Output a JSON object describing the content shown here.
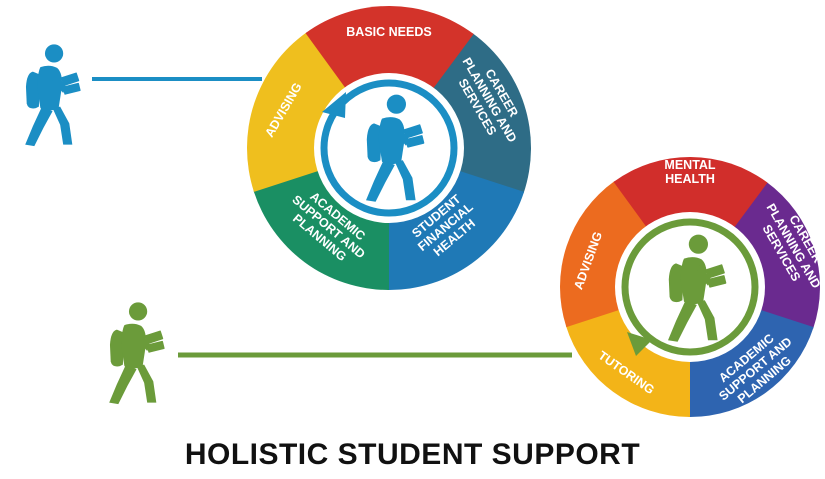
{
  "title": "HOLISTIC STUDENT SUPPORT",
  "colors": {
    "blue_walker": "#1b8ec4",
    "green_walker": "#6b9b3a",
    "title": "#111111"
  },
  "wheels": [
    {
      "id": "wheel-1",
      "walker_color": "#1b8ec4",
      "segments": [
        {
          "label": "BASIC NEEDS",
          "color": "#2e6c86"
        },
        {
          "label": "CAREER PLANNING AND SERVICES",
          "color": "#1f79b6"
        },
        {
          "label": "STUDENT FINANCIAL HEALTH",
          "color": "#1a8f63"
        },
        {
          "label": "ACADEMIC SUPPORT AND PLANNING",
          "color": "#efbf1e"
        },
        {
          "label": "ADVISING",
          "color": "#d3332a"
        }
      ]
    },
    {
      "id": "wheel-2",
      "walker_color": "#6b9b3a",
      "segments": [
        {
          "label": "MENTAL HEALTH",
          "color": "#6a2a8f"
        },
        {
          "label": "CAREER PLANNING AND SERVICES",
          "color": "#2e64b0"
        },
        {
          "label": "ACADEMIC SUPPORT AND PLANNING",
          "color": "#f3b418"
        },
        {
          "label": "TUTORING",
          "color": "#ec6b1f"
        },
        {
          "label": "ADVISING",
          "color": "#d12e2b"
        }
      ]
    }
  ],
  "icons": [
    "walking-student-icon",
    "circular-arrow-icon"
  ]
}
